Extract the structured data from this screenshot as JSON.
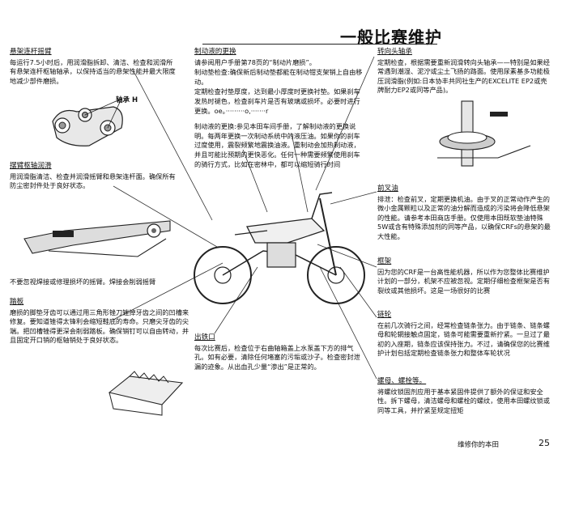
{
  "page_title": "一般比赛维护",
  "blocks": {
    "suspension": {
      "heading": "悬架连杆摇臂",
      "body": "每运行7.5小时后，用润滑脂拆卸、清洁、检查和润滑所有悬架连杆枢轴轴承，以保持适当的悬架性能并最大限度地减少部件磨损。"
    },
    "swingarm": {
      "heading": "摆臂枢轴润滑",
      "body": "用润滑脂清洁、检查并润滑摇臂和悬架连杆面。确保所有防尘密封件处于良好状态。"
    },
    "swingarm_inspect": {
      "body": "不要忽视焊接或修理损坏的摇臂。焊接会削弱摇臂"
    },
    "pegs": {
      "heading": "踏板",
      "body": "磨损的脚垫牙齿可以通过用三角形锉刀锉掉牙齿之间的凹槽来修复。要知道锉得太锋利会缩短鞋底的寿命。只磨尖牙齿的尖端。把凹槽锉得更深会削弱踏板。确保销钉可以自由转动，并且固定开口销的枢轴销处于良好状态。"
    },
    "brakes": {
      "heading": "制动液的更换",
      "intro": "请参阅用户手册第78页的“制动片磨损”。",
      "line2": "制动垫检查:确保新后制动垫都能在制动钳支架销上自由移动。",
      "line3": "定期检查衬垫厚度，达到最小厚度时更换衬垫。如果刹车发热时褪色，检查刹车片是否有玻璃或损坏。必要时进行更换。oe。·········o,·······r",
      "line4": "制动液的更换:参见本田车间手册，了解制动液的更换说明。每两年更换一次制动系统中的液压油。如果你的刹车过度使用，震裂频繁地震换油液。重制动会加热制动液，并且可能比预期的更快恶化。任何一种需要频繁使用刹车的骑行方式，比如在密林中，都可以缩短骑行时间"
    },
    "head_bearing": {
      "heading": "转向头轴承",
      "body": "定期检查，根据需要重新润滑转向头轴承——特别是如果经常遇到潮湿、泥泞或尘土飞扬的路面。使用尿素基多功能极压润滑脂(例如:日本协丰共同社生产的EXCELITE EP2或壳牌耐力EP2或同等产品)。"
    },
    "fork_oil": {
      "heading": "前叉油",
      "body": "排泄：检查前叉，定期更换机油。由于叉的正常动作产生的微小金属颗粒以及正常的油分解而造成的污染将会降低悬架的性能。请参考本田商店手册。仅使用本田既软垫油特殊5W或含有特殊添加剂的同等产品，以确保CRFs的悬架的最大性能。"
    },
    "frame": {
      "heading": "框架",
      "body": "因为您的CRF是一台高性能机器，所以作为您整体比赛维护计划的一部分，机架不应被忽视。定期仔细检查框架是否有裂纹或其他损坏。这是一场很好的比赛"
    },
    "chain": {
      "heading": "链轮",
      "body": "在前几次骑行之间，经常检查链条张力。由于链条、链条螺母和轮辋接触点固定，链条可能需要重新拧紧。一旦过了最初的入座期，链条应该保持张力。不过，请确保您的比赛维护计划包括定期检查链条张力和整体车轮状况"
    },
    "nuts": {
      "heading": "螺母、螺栓等。",
      "body": "将螺纹锁固剂应用于基本紧固件提供了额外的保证和安全性。拆下螺母，清洁螺母和螺栓的螺纹，使用本田螺纹锁或同等工具，并拧紧至规定扭矩"
    },
    "exhaust": {
      "heading": "出铁口",
      "body": "每次比赛后，检查位于右曲轴箱盖上水泵盖下方的排气孔。如有必要，清除任何堵塞的污垢或沙子。检查密封泄漏的迹象。从出血孔少量“渗出”是正常的。"
    }
  },
  "labels": {
    "bearing_label": "轴承 H"
  },
  "footer": {
    "text": "维修你的本田",
    "page_number": "25"
  }
}
